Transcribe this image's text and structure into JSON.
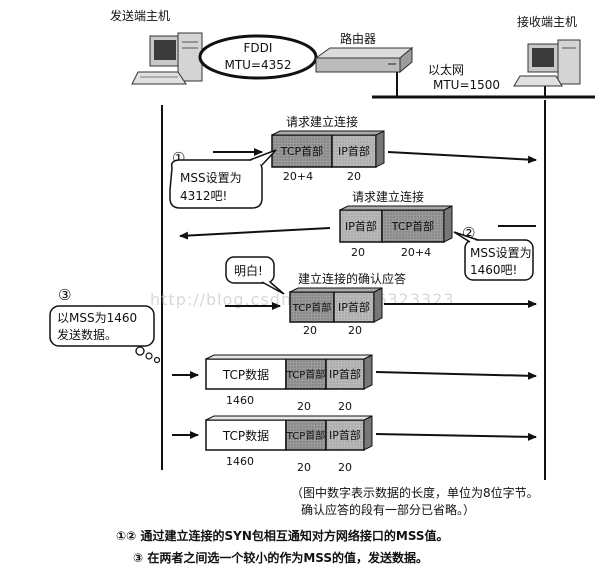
{
  "hosts": {
    "sender": "发送端主机",
    "receiver": "接收端主机"
  },
  "network": {
    "fddi_name": "FDDI",
    "fddi_mtu": "MTU=4352",
    "router": "路由器",
    "ethernet_name": "以太网",
    "ethernet_mtu": "MTU=1500"
  },
  "watermark": "http://blog.csdn.net/qq_26323323",
  "steps": {
    "s1": {
      "marker": "①",
      "title": "请求建立连接",
      "tcp_header": "TCP首部",
      "ip_header": "IP首部",
      "tcp_size": "20+4",
      "ip_size": "20",
      "bubble": [
        "MSS设置为",
        "4312吧!"
      ]
    },
    "s2": {
      "marker": "②",
      "title": "请求建立连接",
      "tcp_header": "TCP首部",
      "ip_header": "IP首部",
      "tcp_size": "20+4",
      "ip_size": "20",
      "bubble": [
        "MSS设置为",
        "1460吧!"
      ]
    },
    "s3": {
      "title": "建立连接的确认应答",
      "tcp_header": "TCP首部",
      "ip_header": "IP首部",
      "tcp_size": "20",
      "ip_size": "20",
      "bubble": "明白!"
    },
    "s4": {
      "marker": "③",
      "bubble": [
        "以MSS为1460",
        "发送数据。"
      ]
    }
  },
  "data_packets": [
    {
      "data_label": "TCP数据",
      "tcp_header": "TCP首部",
      "ip_header": "IP首部",
      "data_size": "1460",
      "tcp_size": "20",
      "ip_size": "20"
    },
    {
      "data_label": "TCP数据",
      "tcp_header": "TCP首部",
      "ip_header": "IP首部",
      "data_size": "1460",
      "tcp_size": "20",
      "ip_size": "20"
    }
  ],
  "notes": {
    "note_line1": "（图中数字表示数据的长度，单位为8位字节。",
    "note_line2": "确认应答的段有一部分已省略。）",
    "caption1": "①② 通过建立连接的SYN包相互通知对方网络接口的MSS值。",
    "caption2": "③ 在两者之间选一个较小的作为MSS的值，发送数据。"
  }
}
